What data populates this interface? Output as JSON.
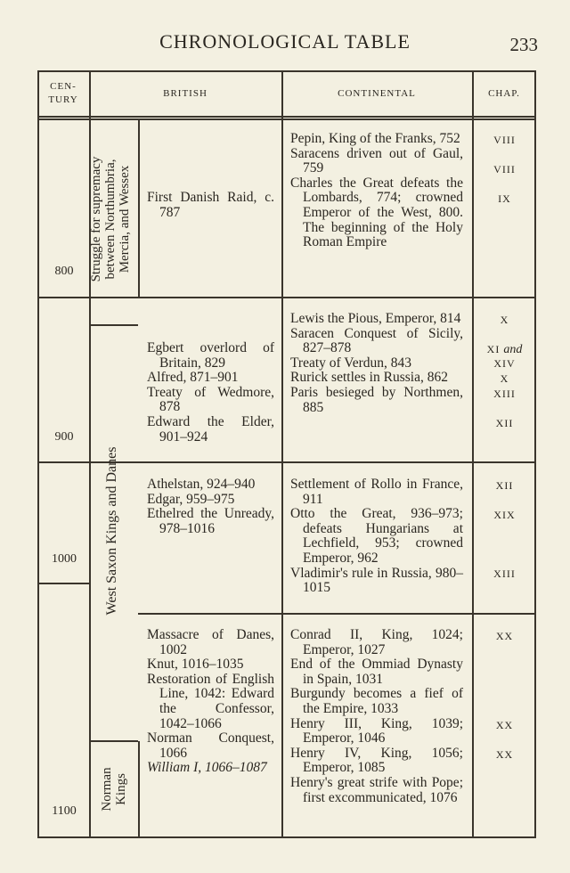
{
  "header": {
    "title": "CHRONOLOGICAL TABLE",
    "page_number": "233"
  },
  "columns": {
    "century_line1": "CEN-",
    "century_line2": "TURY",
    "british": "BRITISH",
    "continental": "CONTINENTAL",
    "chap": "CHAP."
  },
  "periods": {
    "struggle_line1": "Struggle for supremacy",
    "struggle_line2": "between Northumbria,",
    "struggle_line3": "Mercia, and Wessex",
    "west_saxon": "West Saxon Kings and Danes",
    "norman_line1": "Norman",
    "norman_line2": "Kings"
  },
  "centuries": [
    "800",
    "900",
    "1000",
    "1100"
  ],
  "sections": [
    {
      "british": [
        "First Danish Raid, c. 787"
      ],
      "continental": [
        "Pepin, King of the Franks, 752",
        "Saracens driven out of Gaul, 759",
        "Charles the Great defeats the Lombards, 774; crowned Emperor of the West, 800. The beginning of the Holy Roman Empire"
      ],
      "chapters": [
        "VIII",
        "VIII",
        "IX"
      ]
    },
    {
      "british": [
        "Egbert overlord of Britain, 829",
        "Alfred, 871–901",
        "Treaty of Wedmore, 878",
        "Edward the Elder, 901–924"
      ],
      "continental": [
        "Lewis the Pious, Emperor, 814",
        "Saracen Conquest of Sicily, 827–878",
        "Treaty of Verdun, 843",
        "Rurick settles in Russia, 862",
        "Paris besieged by Northmen, 885"
      ],
      "chapters": [
        "X",
        "XI",
        "and",
        "XIV",
        "X",
        "XIII",
        "XII"
      ]
    },
    {
      "british": [
        "Athelstan, 924–940",
        "Edgar, 959–975",
        "Ethelred the Unready, 978–1016"
      ],
      "continental": [
        "Settlement of Rollo in France, 911",
        "Otto the Great, 936–973; defeats Hungarians at Lechfield, 953; crowned Emperor, 962",
        "Vladimir's rule in Russia, 980–1015"
      ],
      "chapters": [
        "XII",
        "XIX",
        "XIII"
      ]
    },
    {
      "british": [
        "Massacre of Danes, 1002",
        "Knut, 1016–1035",
        "Restoration of English Line, 1042: Edward the Confessor, 1042–1066",
        "Norman Conquest, 1066",
        "William I, 1066–1087"
      ],
      "continental": [
        "Conrad II, King, 1024; Emperor, 1027",
        "End of the Ommiad Dynasty in Spain, 1031",
        "Burgundy becomes a fief of the Empire, 1033",
        "Henry III, King, 1039; Emperor, 1046",
        "Henry IV, King, 1056; Emperor, 1085",
        "Henry's great strife with Pope; first excommunicated, 1076"
      ],
      "chapters": [
        "XX",
        "XX",
        "XX"
      ]
    }
  ]
}
